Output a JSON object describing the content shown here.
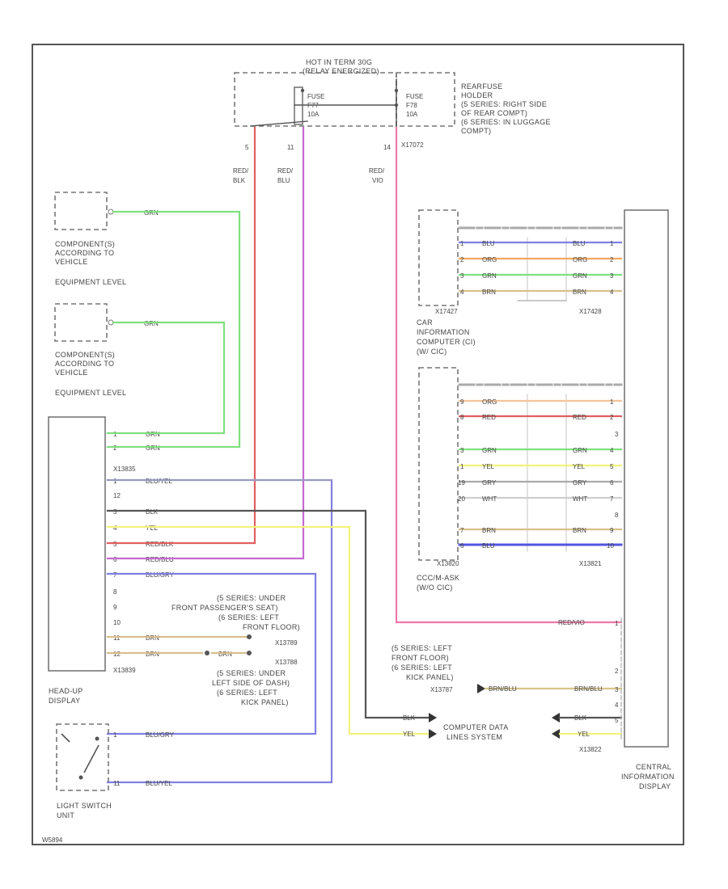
{
  "relay": {
    "title": [
      "HOT IN TERM 30G",
      "(RELAY ENERGIZED)"
    ],
    "fuse_left": [
      "FUSE",
      "F77",
      "10A"
    ],
    "fuse_right": [
      "FUSE",
      "F78",
      "10A"
    ],
    "rear_fuse_holder": [
      "REARFUSE",
      "HOLDER",
      "(5 SERIES: RIGHT SIDE",
      "OF REAR COMPT)",
      "(6 SERIES: IN LUGGAGE",
      "COMPT)"
    ],
    "pin_left": "5",
    "pin_mid": "11",
    "pin_right": "14",
    "connector": "X17072"
  },
  "top_wires": [
    {
      "label": [
        "RED/",
        "BLK"
      ]
    },
    {
      "label": [
        "RED/",
        "BLU"
      ]
    },
    {
      "label": [
        "RED/",
        "VIO"
      ]
    }
  ],
  "components": [
    {
      "label": [
        "COMPONENT(S)",
        "ACCORDING TO",
        "VEHICLE",
        "EQUIPMENT LEVEL"
      ],
      "wire": "GRN"
    },
    {
      "label": [
        "COMPONENT(S)",
        "ACCORDING TO",
        "VEHICLE",
        "EQUIPMENT LEVEL"
      ],
      "wire": "GRN"
    }
  ],
  "hud": {
    "label": [
      "HEAD-UP",
      "DISPLAY"
    ],
    "connector_top": "X13835",
    "connector_bottom": "X13839",
    "pins": [
      {
        "pin": "1",
        "wire": "GRN"
      },
      {
        "pin": "2",
        "wire": "GRN"
      },
      {
        "pin": "1",
        "wire": "BLU/YEL"
      },
      {
        "pin": "12",
        "wire": ""
      },
      {
        "pin": "3",
        "wire": "BLK"
      },
      {
        "pin": "4",
        "wire": "YEL"
      },
      {
        "pin": "5",
        "wire": "RED/BLK"
      },
      {
        "pin": "6",
        "wire": "RED/BLU"
      },
      {
        "pin": "7",
        "wire": "BLU/GRY"
      },
      {
        "pin": "8",
        "wire": ""
      },
      {
        "pin": "9",
        "wire": ""
      },
      {
        "pin": "10",
        "wire": ""
      },
      {
        "pin": "11",
        "wire": "BRN"
      },
      {
        "pin": "12",
        "wire": "BRN"
      }
    ],
    "brn_splice": "BRN"
  },
  "ground_notes": {
    "x13789": [
      "(5 SERIES: UNDER",
      "FRONT PASSENGER'S SEAT)",
      "(6 SERIES: LEFT",
      "FRONT FLOOR)",
      "X13789"
    ],
    "x13788": [
      "X13788",
      "(5 SERIES: UNDER",
      "LEFT SIDE OF DASH)",
      "(6 SERIES: LEFT",
      "KICK PANEL)"
    ],
    "x13787": [
      "(5 SERIES: LEFT",
      "FRONT FLOOR)",
      "(6 SERIES: LEFT",
      "KICK PANEL)",
      "X13787"
    ]
  },
  "light_switch": {
    "label": [
      "LIGHT SWITCH",
      "UNIT"
    ],
    "pin_a": "1",
    "pin_b": "11",
    "wire_a": "BLU/GRY",
    "wire_b": "BLU/YEL"
  },
  "cic": {
    "label": [
      "CAR",
      "INFORMATION",
      "COMPUTER (CI)",
      "(W/ CIC)"
    ],
    "connector_left": "X17427",
    "connector_right": "X17428",
    "rows": [
      {
        "pin_l": "1",
        "wire": "BLU",
        "pin_r": "1"
      },
      {
        "pin_l": "2",
        "wire": "ORG",
        "pin_r": "2"
      },
      {
        "pin_l": "3",
        "wire": "GRN",
        "pin_r": "3"
      },
      {
        "pin_l": "4",
        "wire": "BRN",
        "pin_r": "4"
      }
    ]
  },
  "ccc": {
    "label": [
      "CCC/M-ASK",
      "(W/O CIC)"
    ],
    "connector_left": "X13820",
    "connector_right": "X13821",
    "rows": [
      {
        "pin_l": "9",
        "wire": "ORG",
        "pin_r": "1"
      },
      {
        "pin_l": "8",
        "wire": "RED",
        "pin_r": "2"
      },
      {
        "pin_l": "",
        "wire": "",
        "pin_r": "3"
      },
      {
        "pin_l": "3",
        "wire": "GRN",
        "pin_r": "4"
      },
      {
        "pin_l": "1",
        "wire": "YEL",
        "pin_r": "5"
      },
      {
        "pin_l": "19",
        "wire": "GRY",
        "pin_r": "6"
      },
      {
        "pin_l": "20",
        "wire": "WHT",
        "pin_r": "7"
      },
      {
        "pin_l": "",
        "wire": "",
        "pin_r": "8"
      },
      {
        "pin_l": "7",
        "wire": "BRN",
        "pin_r": "9"
      },
      {
        "pin_l": "6",
        "wire": "BLU",
        "pin_r": "10"
      }
    ]
  },
  "central_display": {
    "label": [
      "CENTRAL",
      "INFORMATION",
      "DISPLAY"
    ],
    "connector": "X13822",
    "pins": [
      "1",
      "2",
      "3",
      "4",
      "5"
    ],
    "wire_power": "RED/VIO",
    "wire_ground": "BRN/BLU",
    "wire_blk": "BLK",
    "wire_yel": "YEL"
  },
  "data_lines": {
    "label": [
      "COMPUTER DATA",
      "LINES SYSTEM"
    ],
    "wire_blk": "BLK",
    "wire_yel": "YEL"
  },
  "footer_code": "W5894"
}
